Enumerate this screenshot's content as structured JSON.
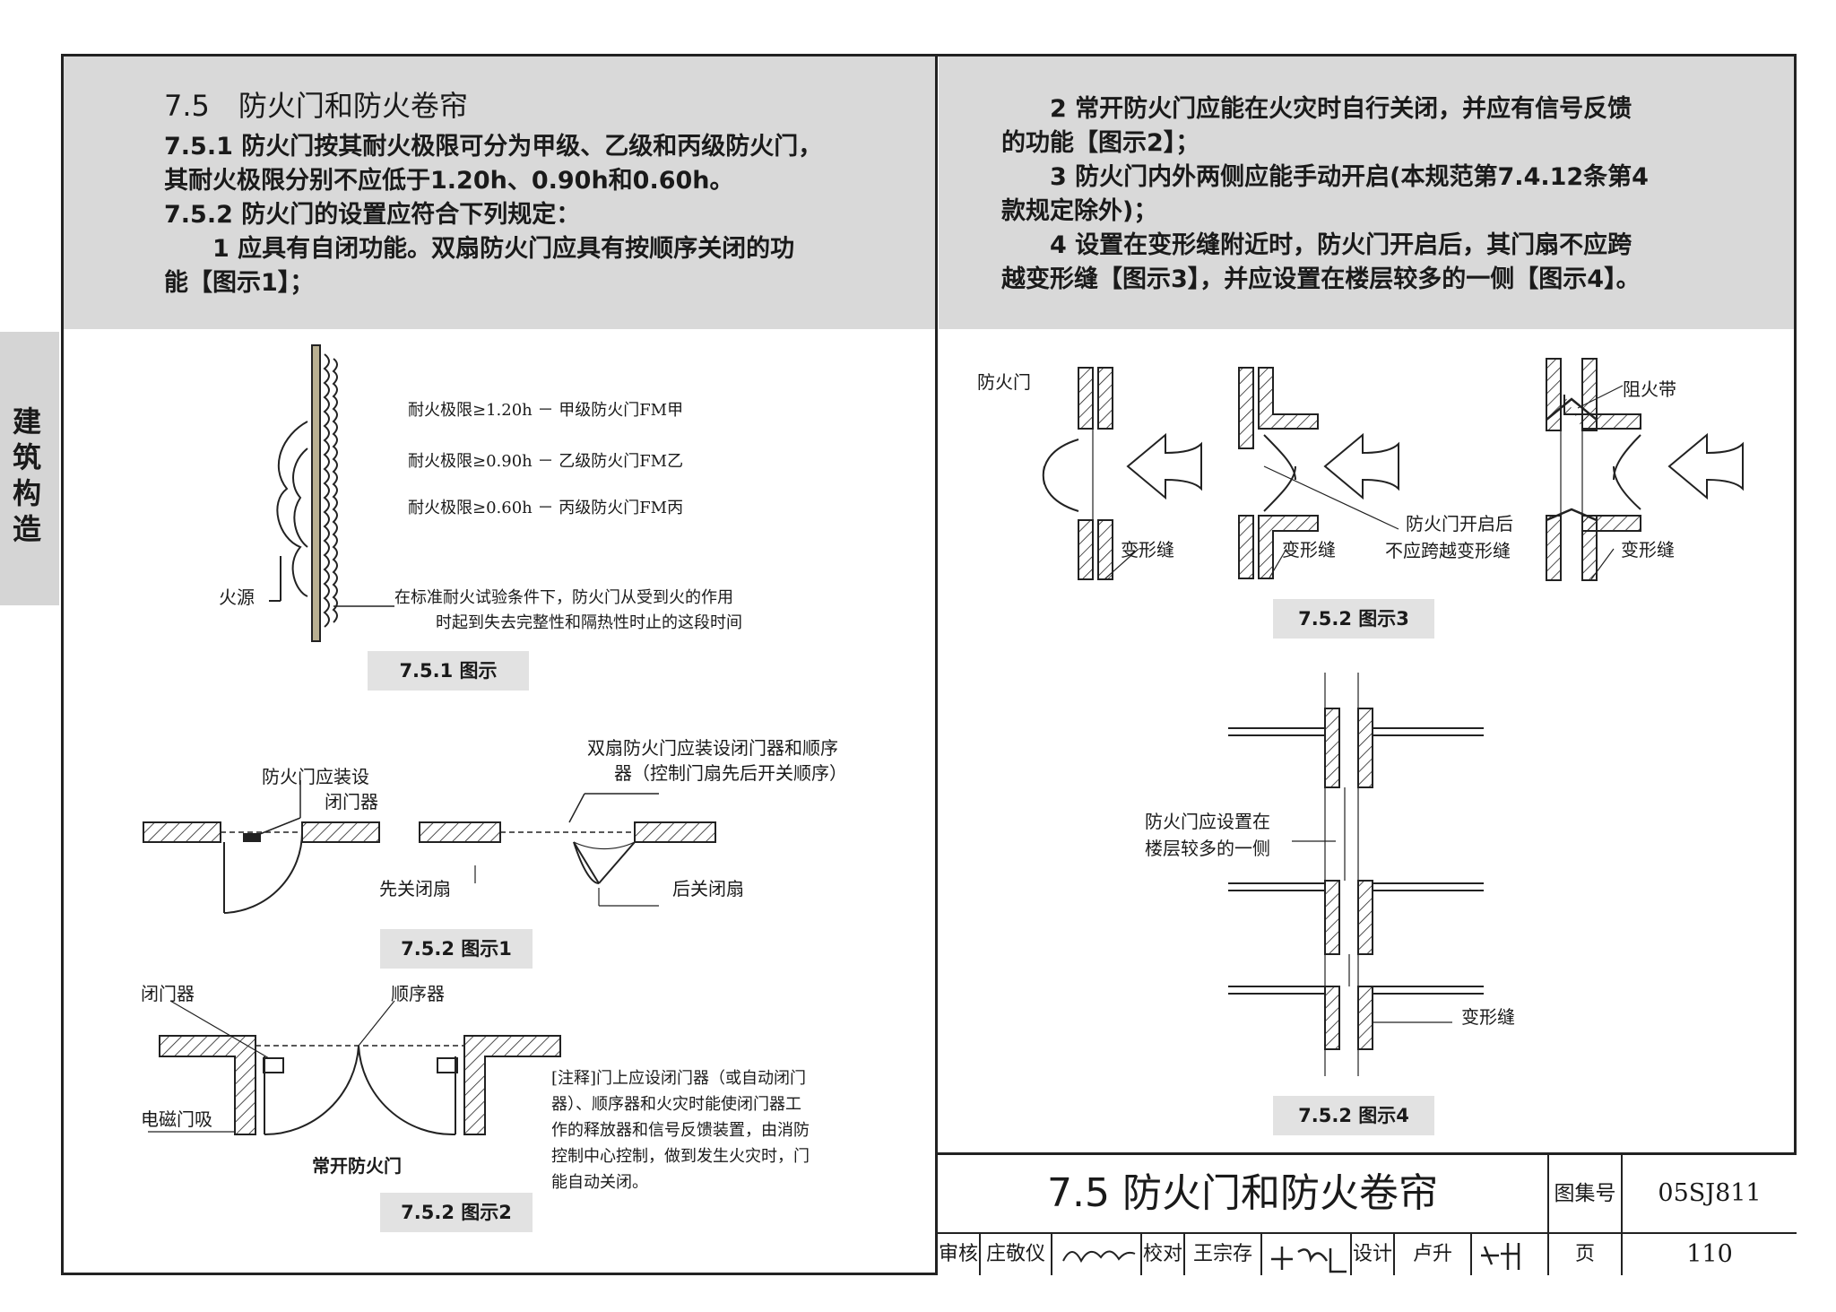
{
  "side_tab": {
    "text": "建筑构造"
  },
  "left_header": {
    "section_title": "7.5　防火门和防火卷帘",
    "lines": [
      "7.5.1 防火门按其耐火极限可分为甲级、乙级和丙级防火门，",
      "其耐火极限分别不应低于1.20h、0.90h和0.60h。",
      "7.5.2 防火门的设置应符合下列规定：",
      "　　1 应具有自闭功能。双扇防火门应具有按顺序关闭的功",
      "能【图示1】；"
    ]
  },
  "right_header": {
    "lines": [
      "　　2 常开防火门应能在火灾时自行关闭，并应有信号反馈",
      "的功能【图示2】；",
      "　　3 防火门内外两侧应能手动开启(本规范第7.4.12条第4",
      "款规定除外)；",
      "　　4 设置在变形缝附近时，防火门开启后，其门扇不应跨",
      "越变形缝【图示3】，并应设置在楼层较多的一侧【图示4】。"
    ]
  },
  "fig751": {
    "ratings": [
      "耐火极限≥1.20h － 甲级防火门FM甲",
      "耐火极限≥0.90h － 乙级防火门FM乙",
      "耐火极限≥0.60h － 丙级防火门FM丙"
    ],
    "fire_source": "火源",
    "definition_line1": "在标准耐火试验条件下，防火门从受到火的作用",
    "definition_line2": "时起到失去完整性和隔热性时止的这段时间",
    "caption": "7.5.1 图示"
  },
  "fig752_1": {
    "closer_note_line1": "防火门应装设",
    "closer_note_line2": "闭门器",
    "double_note_line1": "双扇防火门应装设闭门器和顺序",
    "double_note_line2": "器（控制门扇先后开关顺序）",
    "first_leaf": "先关闭扇",
    "second_leaf": "后关闭扇",
    "caption": "7.5.2 图示1"
  },
  "fig752_2": {
    "closer": "闭门器",
    "sequencer": "顺序器",
    "magnetic_holder": "电磁门吸",
    "door_label": "常开防火门",
    "note_lines": [
      "[注释]门上应设闭门器（或自动闭门",
      "器）、顺序器和火灾时能使闭门器工",
      "作的释放器和信号反馈装置，由消防",
      "控制中心控制，做到发生火灾时，门",
      "能自动关闭。"
    ],
    "caption": "7.5.2 图示2"
  },
  "fig752_3": {
    "fire_door": "防火门",
    "fire_strip": "阻火带",
    "note_line1": "防火门开启后",
    "note_line2": "不应跨越变形缝",
    "joint_labels": [
      "变形缝",
      "变形缝",
      "变形缝"
    ],
    "caption": "7.5.2 图示3"
  },
  "fig752_4": {
    "note_line1": "防火门应设置在",
    "note_line2": "楼层较多的一侧",
    "joint_label": "变形缝",
    "caption": "7.5.2 图示4"
  },
  "title_block": {
    "title": "7.5 防火门和防火卷帘",
    "atlas_label": "图集号",
    "atlas_no": "05SJ811",
    "review_label": "审核",
    "reviewer": "庄敬仪",
    "check_label": "校对",
    "checker": "王宗存",
    "design_label": "设计",
    "designer": "卢升",
    "page_label": "页",
    "page_no": "110"
  }
}
